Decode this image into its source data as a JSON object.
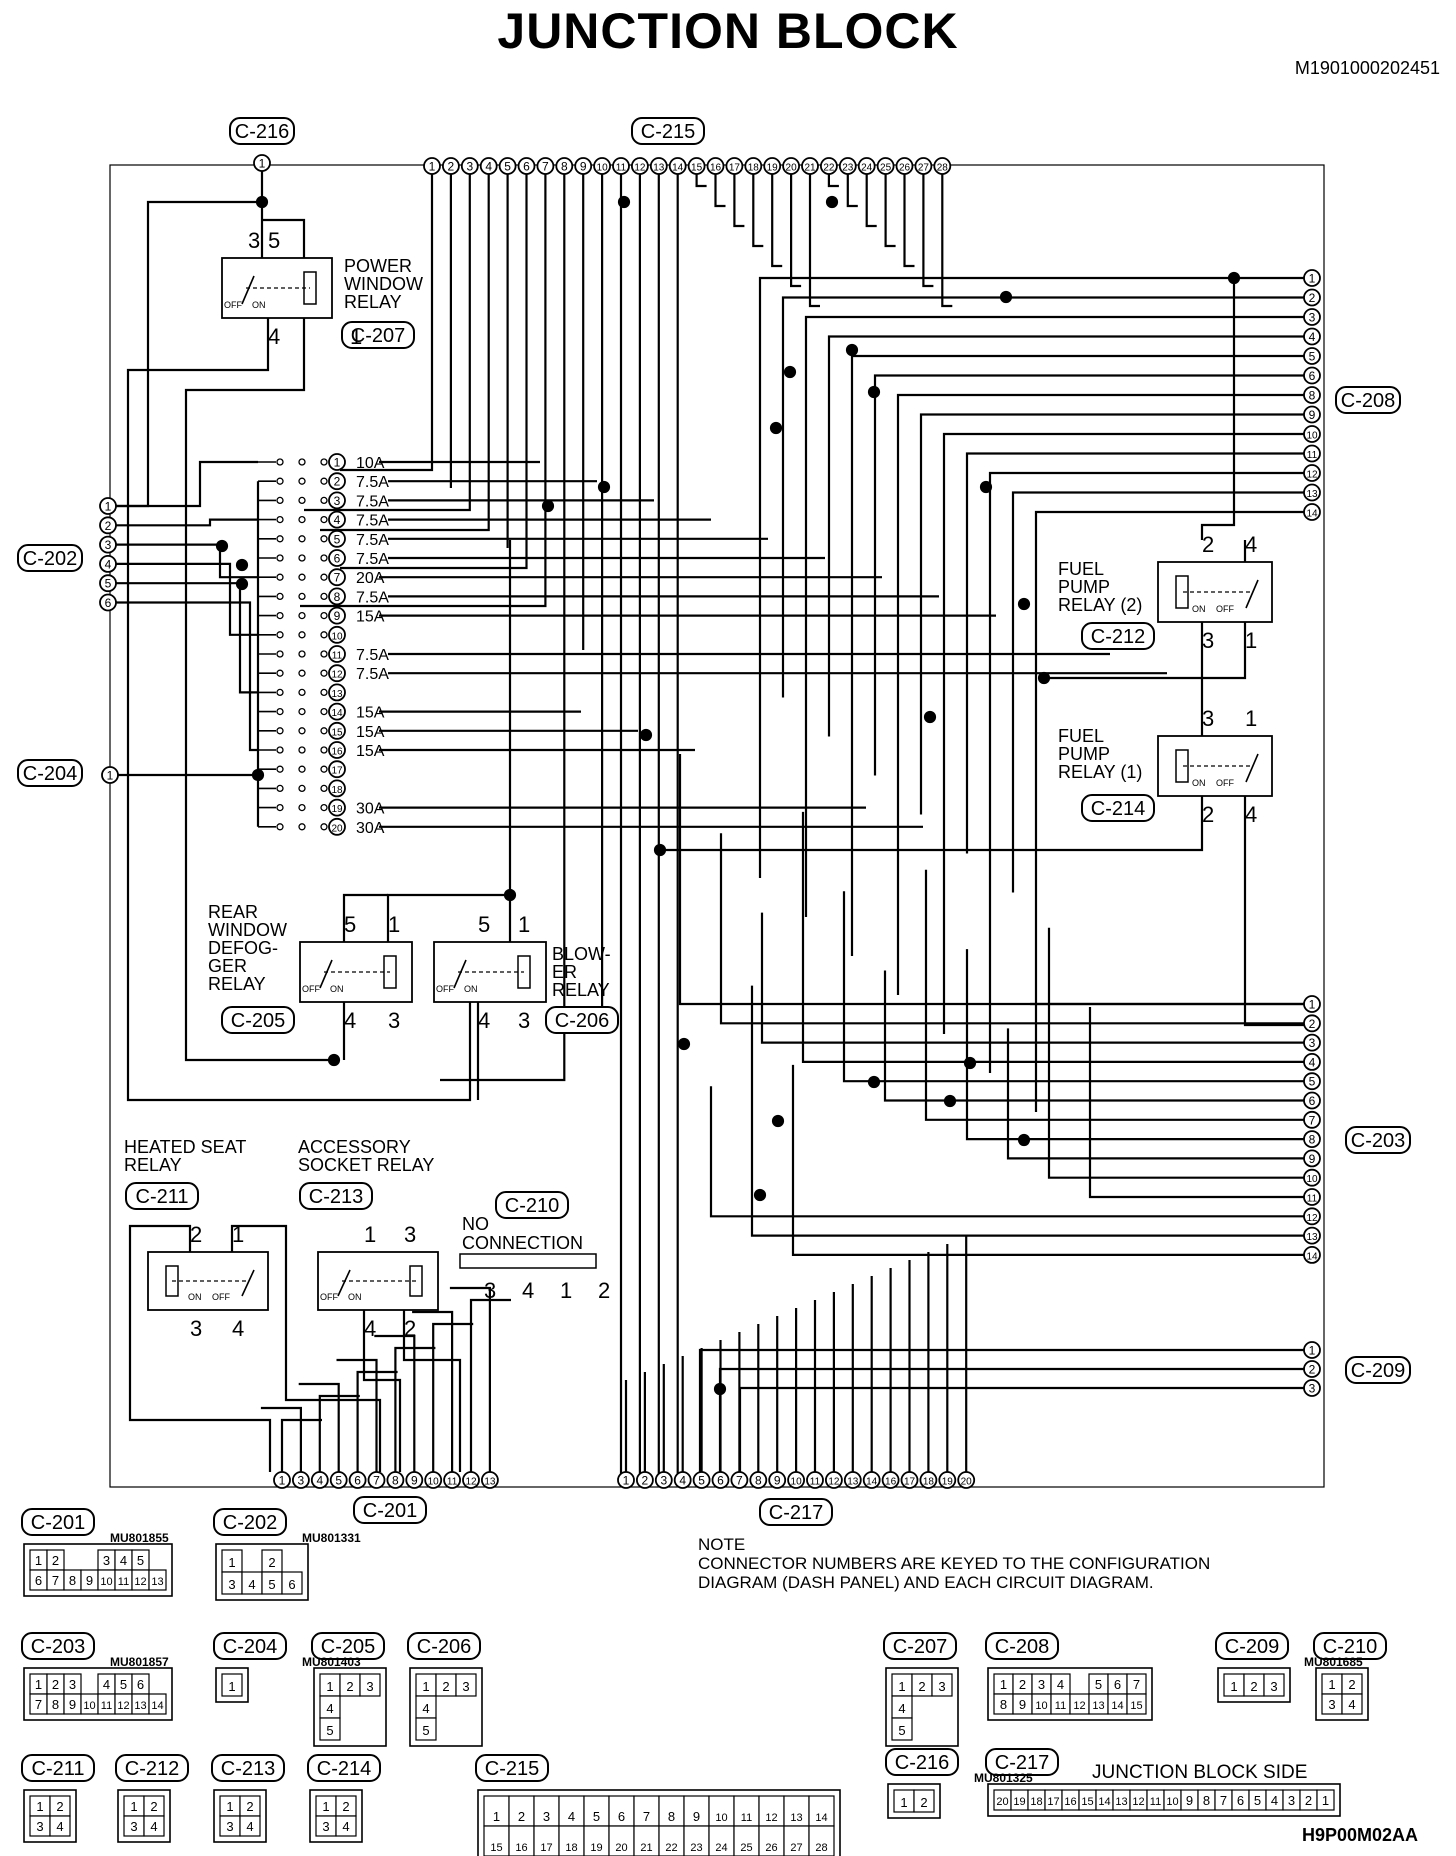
{
  "title": "JUNCTION BLOCK",
  "doc_id": "M1901000202451",
  "bottom_code": "H9P00M02AA",
  "note": {
    "heading": "NOTE",
    "line1": "CONNECTOR NUMBERS ARE KEYED TO THE CONFIGURATION",
    "line2": "DIAGRAM (DASH PANEL) AND EACH CIRCUIT DIAGRAM."
  },
  "junction_block_side": "JUNCTION BLOCK SIDE",
  "diagram_connectors": [
    {
      "id": "C-216",
      "pins": [
        "1"
      ]
    },
    {
      "id": "C-215",
      "pins": [
        "1",
        "2",
        "3",
        "4",
        "5",
        "6",
        "7",
        "8",
        "9",
        "10",
        "11",
        "12",
        "13",
        "14",
        "15",
        "16",
        "17",
        "18",
        "19",
        "20",
        "21",
        "22",
        "23",
        "24",
        "25",
        "26",
        "27",
        "28"
      ]
    },
    {
      "id": "C-208",
      "pins": [
        "1",
        "2",
        "3",
        "4",
        "5",
        "6",
        "8",
        "9",
        "10",
        "11",
        "12",
        "13",
        "14"
      ]
    },
    {
      "id": "C-202",
      "pins": [
        "1",
        "2",
        "3",
        "4",
        "5",
        "6"
      ]
    },
    {
      "id": "C-204",
      "pins": [
        "1"
      ]
    },
    {
      "id": "C-203",
      "pins": [
        "1",
        "2",
        "3",
        "4",
        "5",
        "6",
        "7",
        "8",
        "9",
        "10",
        "11",
        "12",
        "13",
        "14"
      ]
    },
    {
      "id": "C-209",
      "pins": [
        "1",
        "2",
        "3"
      ]
    },
    {
      "id": "C-201",
      "pins": [
        "1",
        "3",
        "4",
        "5",
        "6",
        "7",
        "8",
        "9",
        "10",
        "11",
        "12",
        "13"
      ]
    },
    {
      "id": "C-217",
      "pins": [
        "1",
        "2",
        "3",
        "4",
        "5",
        "6",
        "7",
        "8",
        "9",
        "10",
        "11",
        "12",
        "13",
        "14",
        "16",
        "17",
        "18",
        "19",
        "20"
      ]
    }
  ],
  "relays": [
    {
      "id": "C-207",
      "name": [
        "POWER",
        "WINDOW",
        "RELAY"
      ],
      "pins_top": [
        "5",
        "3"
      ],
      "pins_bottom": [
        "4",
        "1"
      ]
    },
    {
      "id": "C-212",
      "name": [
        "FUEL",
        "PUMP",
        "RELAY (2)"
      ],
      "pins_top": [
        "2",
        "4"
      ],
      "pins_bottom": [
        "3",
        "1"
      ]
    },
    {
      "id": "C-214",
      "name": [
        "FUEL",
        "PUMP",
        "RELAY (1)"
      ],
      "pins_top": [
        "3",
        "1"
      ],
      "pins_bottom": [
        "2",
        "4"
      ]
    },
    {
      "id": "C-205",
      "name": [
        "REAR",
        "WINDOW",
        "DEFOG-",
        "GER",
        "RELAY"
      ],
      "pins_top": [
        "5",
        "1"
      ],
      "pins_bottom": [
        "4",
        "3"
      ]
    },
    {
      "id": "C-206",
      "name": [
        "BLOW-",
        "ER",
        "RELAY"
      ],
      "pins_top": [
        "5",
        "1"
      ],
      "pins_bottom": [
        "4",
        "3"
      ]
    },
    {
      "id": "C-211",
      "name": [
        "HEATED SEAT",
        "RELAY"
      ],
      "pins_top": [
        "2",
        "1"
      ],
      "pins_bottom": [
        "3",
        "4"
      ]
    },
    {
      "id": "C-213",
      "name": [
        "ACCESSORY",
        "SOCKET RELAY"
      ],
      "pins_top": [
        "1",
        "3"
      ],
      "pins_bottom": [
        "4",
        "2"
      ]
    }
  ],
  "relay_switch": {
    "off": "OFF",
    "on": "ON"
  },
  "c210": {
    "id": "C-210",
    "text": [
      "NO",
      "CONNECTION"
    ],
    "pins": [
      "3",
      "4",
      "1",
      "2"
    ]
  },
  "fuses": [
    {
      "no": "1",
      "rating": "10A"
    },
    {
      "no": "2",
      "rating": "7.5A"
    },
    {
      "no": "3",
      "rating": "7.5A"
    },
    {
      "no": "4",
      "rating": "7.5A"
    },
    {
      "no": "5",
      "rating": "7.5A"
    },
    {
      "no": "6",
      "rating": "7.5A"
    },
    {
      "no": "7",
      "rating": "20A"
    },
    {
      "no": "8",
      "rating": "7.5A"
    },
    {
      "no": "9",
      "rating": "15A"
    },
    {
      "no": "10",
      "rating": ""
    },
    {
      "no": "11",
      "rating": "7.5A"
    },
    {
      "no": "12",
      "rating": "7.5A"
    },
    {
      "no": "13",
      "rating": ""
    },
    {
      "no": "14",
      "rating": "15A"
    },
    {
      "no": "15",
      "rating": "15A"
    },
    {
      "no": "16",
      "rating": "15A"
    },
    {
      "no": "17",
      "rating": ""
    },
    {
      "no": "18",
      "rating": ""
    },
    {
      "no": "19",
      "rating": "30A"
    },
    {
      "no": "20",
      "rating": "30A"
    }
  ],
  "part_connectors": [
    {
      "id": "C-201",
      "part": "MU801855",
      "rows": [
        [
          "1",
          "2",
          "",
          "",
          "3",
          "4",
          "5"
        ],
        [
          "6",
          "7",
          "8",
          "9",
          "10",
          "11",
          "12",
          "13"
        ]
      ]
    },
    {
      "id": "C-202",
      "part": "MU801331",
      "rows": [
        [
          "1",
          "",
          "2"
        ],
        [
          "3",
          "4",
          "5",
          "6"
        ]
      ]
    },
    {
      "id": "C-203",
      "part": "MU801857",
      "rows": [
        [
          "1",
          "2",
          "3",
          "",
          "4",
          "5",
          "6"
        ],
        [
          "7",
          "8",
          "9",
          "10",
          "11",
          "12",
          "13",
          "14"
        ]
      ]
    },
    {
      "id": "C-204",
      "part": "MU801403",
      "rows": [
        [
          "1"
        ]
      ]
    },
    {
      "id": "C-205",
      "part": "",
      "rows": [
        [
          "1",
          "2",
          "3"
        ],
        [
          "4"
        ],
        [
          "5"
        ]
      ]
    },
    {
      "id": "C-206",
      "part": "",
      "rows": [
        [
          "1",
          "2",
          "3"
        ],
        [
          "4"
        ],
        [
          "5"
        ]
      ]
    },
    {
      "id": "C-207",
      "part": "",
      "rows": [
        [
          "1",
          "2",
          "3"
        ],
        [
          "4"
        ],
        [
          "5"
        ]
      ]
    },
    {
      "id": "C-208",
      "part": "",
      "rows": [
        [
          "1",
          "2",
          "3",
          "4",
          "",
          "5",
          "6",
          "7"
        ],
        [
          "8",
          "9",
          "10",
          "11",
          "12",
          "13",
          "14",
          "15"
        ]
      ]
    },
    {
      "id": "C-209",
      "part": "MU801685",
      "rows": [
        [
          "1",
          "2",
          "3"
        ]
      ]
    },
    {
      "id": "C-210",
      "part": "",
      "rows": [
        [
          "1",
          "2"
        ],
        [
          "3",
          "4"
        ]
      ]
    },
    {
      "id": "C-211",
      "part": "",
      "rows": [
        [
          "1",
          "2"
        ],
        [
          "3",
          "4"
        ]
      ]
    },
    {
      "id": "C-212",
      "part": "",
      "rows": [
        [
          "1",
          "2"
        ],
        [
          "3",
          "4"
        ]
      ]
    },
    {
      "id": "C-213",
      "part": "",
      "rows": [
        [
          "1",
          "2"
        ],
        [
          "3",
          "4"
        ]
      ]
    },
    {
      "id": "C-214",
      "part": "",
      "rows": [
        [
          "1",
          "2"
        ],
        [
          "3",
          "4"
        ]
      ]
    },
    {
      "id": "C-215",
      "part": "",
      "rows": [
        [
          "1",
          "2",
          "3",
          "4",
          "5",
          "6",
          "7",
          "8",
          "9",
          "10",
          "11",
          "12",
          "13",
          "14"
        ],
        [
          "15",
          "16",
          "17",
          "18",
          "19",
          "20",
          "21",
          "22",
          "23",
          "24",
          "25",
          "26",
          "27",
          "28"
        ]
      ]
    },
    {
      "id": "C-216",
      "part": "MU801325",
      "rows": [
        [
          "1",
          "2"
        ]
      ]
    },
    {
      "id": "C-217",
      "part": "",
      "rows": [
        [
          "20",
          "19",
          "18",
          "17",
          "16",
          "15",
          "14",
          "13",
          "12",
          "11",
          "10",
          "9",
          "8",
          "7",
          "6",
          "5",
          "4",
          "3",
          "2",
          "1"
        ]
      ]
    }
  ]
}
